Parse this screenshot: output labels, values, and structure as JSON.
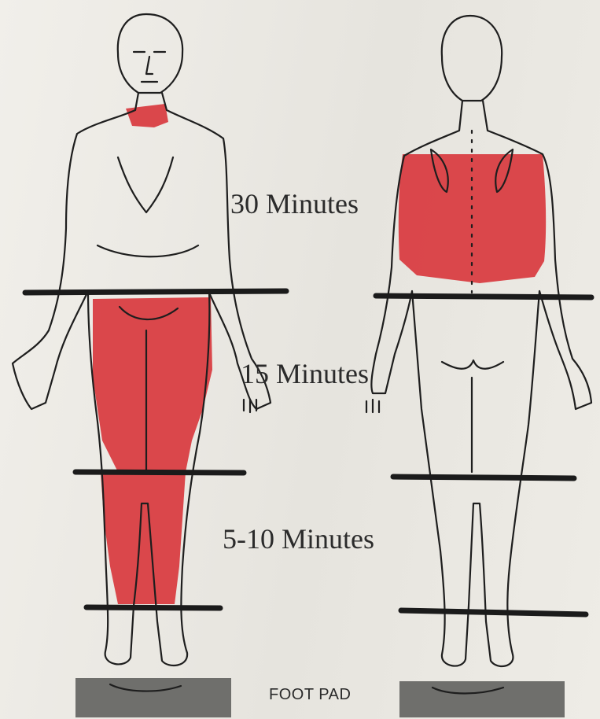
{
  "zones": [
    {
      "id": "upper",
      "label": "30 Minutes"
    },
    {
      "id": "middle",
      "label": "15 Minutes"
    },
    {
      "id": "lower",
      "label": "5-10 Minutes"
    }
  ],
  "foot_pad_label": "FOOT PAD",
  "colors": {
    "treatment_area": "#d83a3f",
    "zone_divider": "#1b1b1b",
    "foot_pad": "#6f6f6c",
    "outline": "#1e1e1e"
  },
  "views": [
    "front",
    "back"
  ]
}
